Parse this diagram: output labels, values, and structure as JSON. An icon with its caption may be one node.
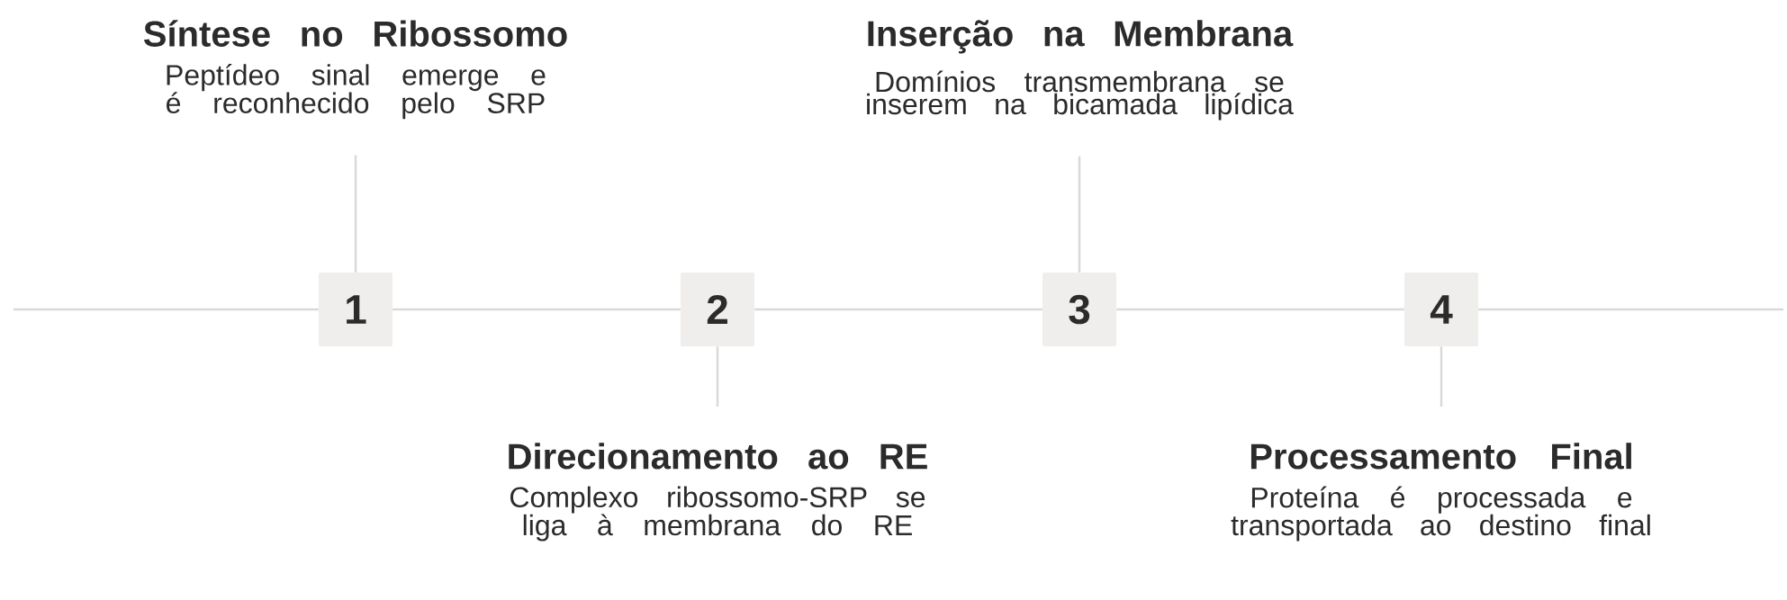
{
  "diagram": {
    "nodes": [
      {
        "text": [
          "1"
        ]
      },
      {
        "text": [
          "2"
        ]
      },
      {
        "text": [
          "3"
        ]
      },
      {
        "text": [
          "4"
        ]
      },
      {
        "text": [
          "Síntese no Ribossomo",
          "Peptídeo sinal emerge e é reconhecido pelo SRP"
        ]
      },
      {
        "text": [
          "Direcionamento ao RE",
          "Complexo ribossomo-SRP se liga à membrana do RE"
        ]
      },
      {
        "text": [
          "Inserção na Membrana",
          "Domínios transmembrana se inserem na bicamada lipídica"
        ]
      },
      {
        "text": [
          "Processamento Final",
          "Proteína é processada e transportada ao destino final"
        ]
      }
    ],
    "edges": [
      {
        "from": null,
        "to": 0,
        "arrow": "none"
      },
      {
        "from": 0,
        "to": 1,
        "arrow": "none"
      },
      {
        "from": 1,
        "to": 2,
        "arrow": "none"
      },
      {
        "from": 2,
        "to": 3,
        "arrow": "none"
      },
      {
        "from": 3,
        "to": null,
        "arrow": "none"
      },
      {
        "from": 4,
        "to": 0,
        "arrow": "none"
      },
      {
        "from": 5,
        "to": 1,
        "arrow": "none"
      },
      {
        "from": 6,
        "to": 2,
        "arrow": "none"
      },
      {
        "from": 7,
        "to": 3,
        "arrow": "none"
      }
    ]
  }
}
